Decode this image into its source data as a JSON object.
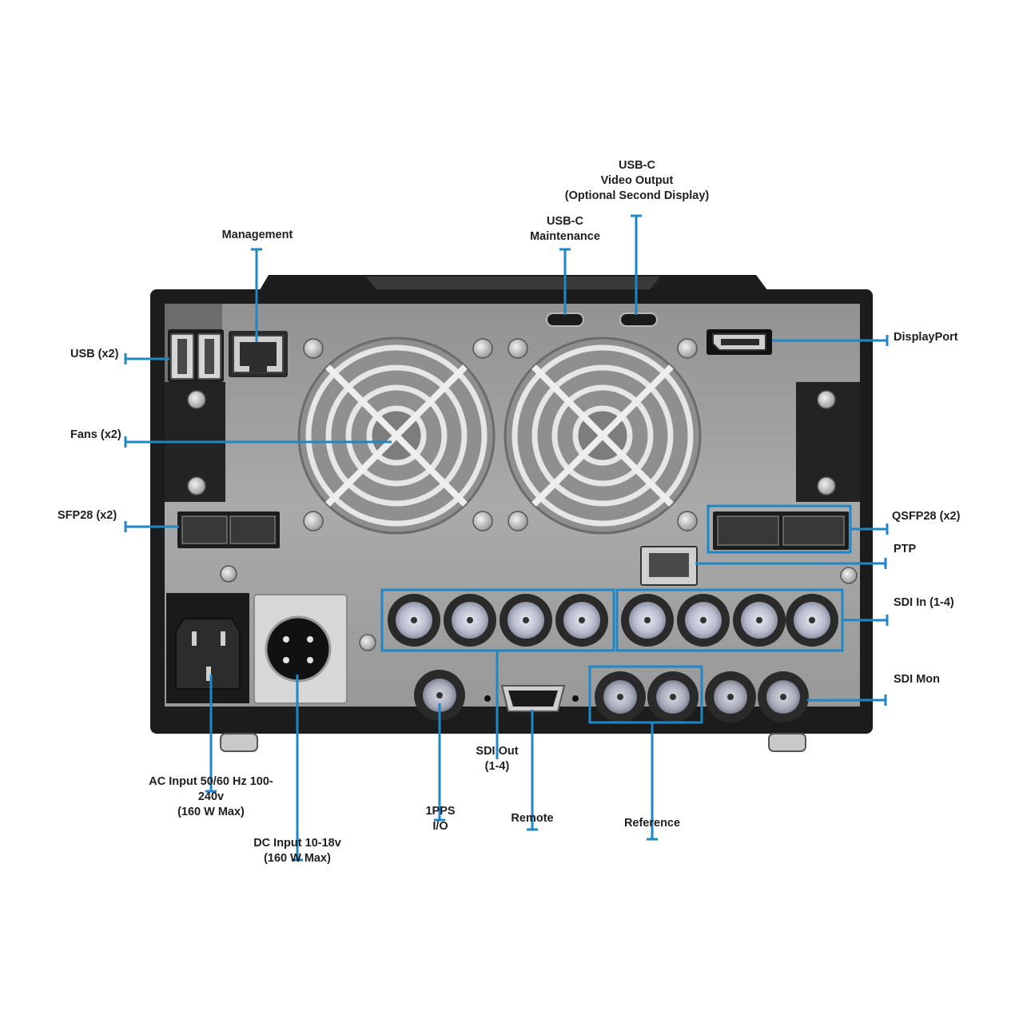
{
  "colors": {
    "callout": "#1f86c8",
    "chassis": "#1c1c1c",
    "panel": "#9b9b9b",
    "label": "#1f1f1f"
  },
  "labels": {
    "usb_c_video": [
      "USB-C",
      "Video Output",
      "(Optional Second Display)"
    ],
    "usb_c_maint": [
      "USB-C",
      "Maintenance"
    ],
    "management": "Management",
    "usb": "USB (x2)",
    "displayport": "DisplayPort",
    "fans": "Fans (x2)",
    "sfp28": "SFP28 (x2)",
    "qsfp28": "QSFP28 (x2)",
    "ptp": "PTP",
    "sdi_in": "SDI In (1-4)",
    "sdi_mon": "SDI Mon",
    "sdi_out": [
      "SDI Out",
      "(1-4)"
    ],
    "ac_input": [
      "AC Input 50/60 Hz 100-",
      "240v",
      "(160 W Max)"
    ],
    "dc_input": [
      "DC Input 10-18v",
      "(160 W Max)"
    ],
    "pps": [
      "1PPS",
      "I/O"
    ],
    "remote": "Remote",
    "reference": "Reference"
  }
}
